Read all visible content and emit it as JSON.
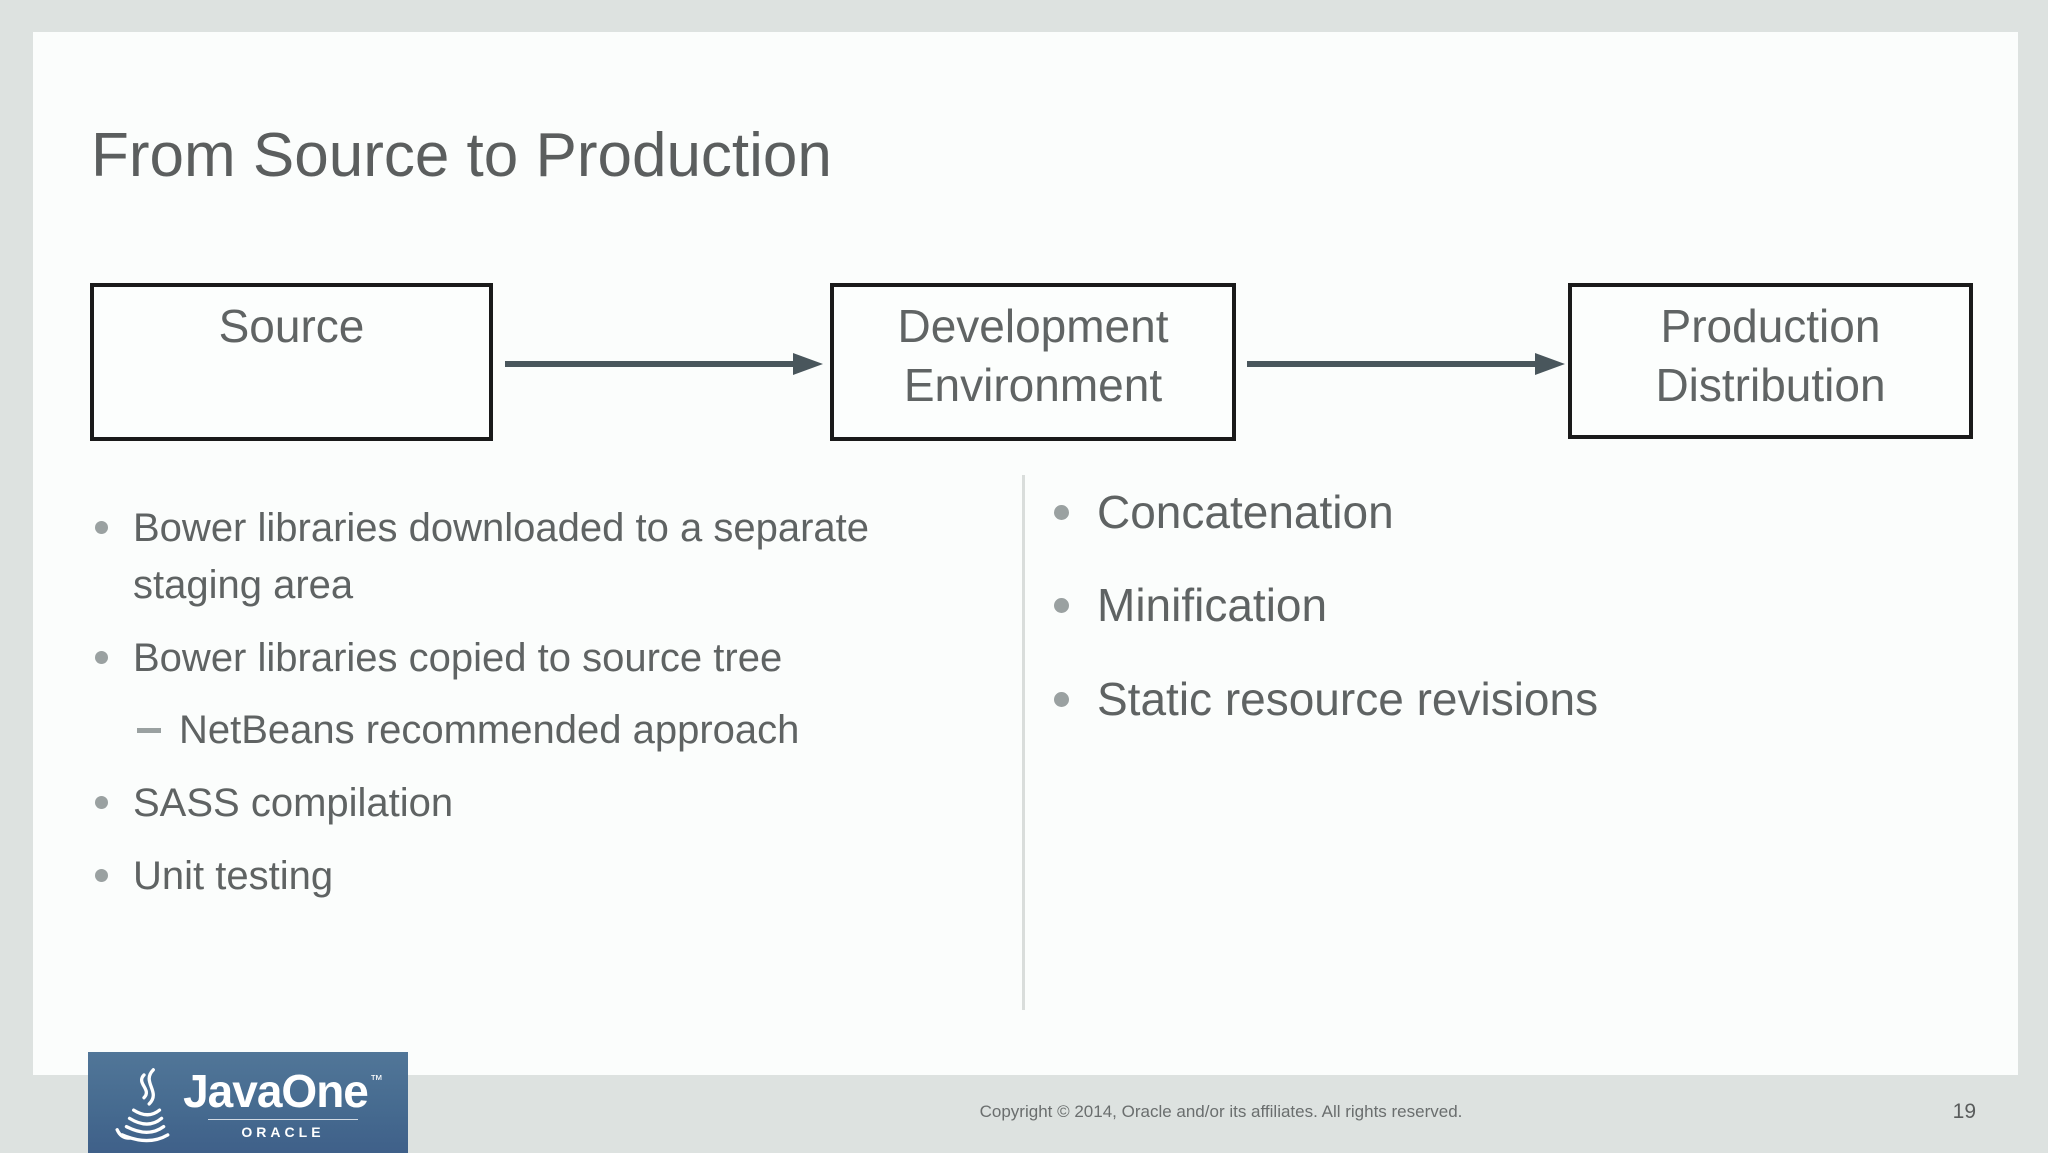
{
  "slide": {
    "title": "From Source to Production",
    "flow": {
      "boxes": [
        {
          "label": "Source"
        },
        {
          "label": "Development Environment"
        },
        {
          "label": "Production Distribution"
        }
      ]
    },
    "left_column": {
      "items": [
        {
          "level": 1,
          "text": "Bower libraries downloaded to a separate staging area"
        },
        {
          "level": 1,
          "text": "Bower libraries copied to source tree"
        },
        {
          "level": 2,
          "text": "NetBeans recommended approach"
        },
        {
          "level": 1,
          "text": "SASS compilation"
        },
        {
          "level": 1,
          "text": "Unit testing"
        }
      ]
    },
    "right_column": {
      "items": [
        {
          "text": "Concatenation"
        },
        {
          "text": "Minification"
        },
        {
          "text": "Static resource revisions"
        }
      ]
    }
  },
  "footer": {
    "copyright": "Copyright © 2014, Oracle and/or its affiliates. All rights reserved.",
    "page_number": "19"
  },
  "logo": {
    "brand": "JavaOne",
    "trademark": "™",
    "subbrand": "ORACLE"
  },
  "colors": {
    "frame_gray": "#dde2e0",
    "slide_white": "#fbfdfc",
    "title_text": "#5b5e5e",
    "body_text": "#5f6363",
    "bullet_gray": "#9aa1a1",
    "box_border": "#1a1a1a",
    "arrow": "#49565c",
    "divider": "#d9dddb",
    "logo_blue": "#4a6f94"
  }
}
